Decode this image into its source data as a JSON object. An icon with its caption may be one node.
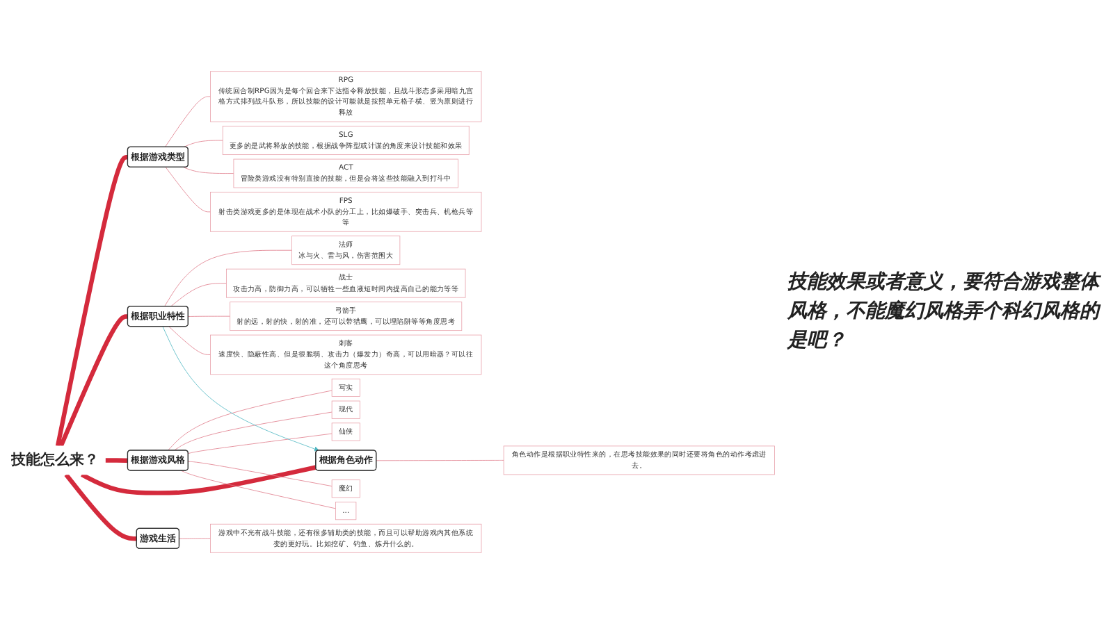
{
  "diagram": {
    "nodes": [
      {
        "text": [
          "技能怎么来？"
        ]
      },
      {
        "text": [
          "根据游戏类型"
        ]
      },
      {
        "text": [
          "RPG",
          "传统回合制RPG因为是每个回合来下达指令释放技能，且战斗形态多采用暗九宫格方式排列战斗队形，所以技能的设计可能就是按照单元格子横、竖为原则进行释放"
        ]
      },
      {
        "text": [
          "SLG",
          "更多的是武将释放的技能，根据战争阵型或计谋的角度来设计技能和效果"
        ]
      },
      {
        "text": [
          "ACT",
          "冒险类游戏没有特别直接的技能，但是会将这些技能融入到打斗中"
        ]
      },
      {
        "text": [
          "FPS",
          "射击类游戏更多的是体现在战术小队的分工上，比如爆破手、突击兵、机枪兵等等"
        ]
      },
      {
        "text": [
          "根据职业特性"
        ]
      },
      {
        "text": [
          "法师",
          "冰与火、雷与风，伤害范围大"
        ]
      },
      {
        "text": [
          "战士",
          "攻击力高，防御力高，可以牺牲一些血液短时间内提高自己的能力等等"
        ]
      },
      {
        "text": [
          "弓箭手",
          "射的远，射的快，射的准，还可以带猎鹰，可以埋陷阱等等角度思考"
        ]
      },
      {
        "text": [
          "刺客",
          "速度快、隐蔽性高、但是很脆弱、攻击力（爆发力）奇高，可以用暗器？可以往这个角度思考"
        ]
      },
      {
        "text": [
          "根据游戏风格"
        ]
      },
      {
        "text": [
          "写实"
        ]
      },
      {
        "text": [
          "现代"
        ]
      },
      {
        "text": [
          "仙侠"
        ]
      },
      {
        "text": [
          "魔幻"
        ]
      },
      {
        "text": [
          "..."
        ]
      },
      {
        "text": [
          "根据角色动作"
        ]
      },
      {
        "text": [
          "角色动作是根据职业特性来的，在思考技能效果的同时还要将角色的动作考虑进去。"
        ]
      },
      {
        "text": [
          "游戏生活"
        ]
      },
      {
        "text": [
          "游戏中不光有战斗技能，还有很多辅助类的技能，而且可以帮助游戏内其他系统变的更好玩。比如挖矿、钓鱼、炼丹什么的。"
        ]
      }
    ],
    "edges": [
      {
        "from": 0,
        "to": 1,
        "arrow": "none",
        "style": "thick",
        "color": "#d42a3c"
      },
      {
        "from": 0,
        "to": 6,
        "arrow": "none",
        "style": "thick",
        "color": "#d42a3c"
      },
      {
        "from": 0,
        "to": 11,
        "arrow": "none",
        "style": "thick",
        "color": "#d42a3c"
      },
      {
        "from": 0,
        "to": 17,
        "arrow": "none",
        "style": "thick",
        "color": "#d42a3c"
      },
      {
        "from": 0,
        "to": 19,
        "arrow": "none",
        "style": "thick",
        "color": "#d42a3c"
      },
      {
        "from": 1,
        "to": 2,
        "arrow": "none"
      },
      {
        "from": 1,
        "to": 3,
        "arrow": "none"
      },
      {
        "from": 1,
        "to": 4,
        "arrow": "none"
      },
      {
        "from": 1,
        "to": 5,
        "arrow": "none"
      },
      {
        "from": 6,
        "to": 7,
        "arrow": "none"
      },
      {
        "from": 6,
        "to": 8,
        "arrow": "none"
      },
      {
        "from": 6,
        "to": 9,
        "arrow": "none"
      },
      {
        "from": 6,
        "to": 10,
        "arrow": "none"
      },
      {
        "from": 11,
        "to": 12,
        "arrow": "none"
      },
      {
        "from": 11,
        "to": 13,
        "arrow": "none"
      },
      {
        "from": 11,
        "to": 14,
        "arrow": "none"
      },
      {
        "from": 11,
        "to": 15,
        "arrow": "none"
      },
      {
        "from": 11,
        "to": 16,
        "arrow": "none"
      },
      {
        "from": 17,
        "to": 18,
        "arrow": "none"
      },
      {
        "from": 19,
        "to": 20,
        "arrow": "none"
      },
      {
        "from": 6,
        "to": 17,
        "arrow": "to",
        "color": "#4db6c2"
      }
    ],
    "labels": [
      "技能效果或者意义，要符合游戏整体风格，不能魔幻风格弄个科幻风格的是吧？"
    ]
  }
}
